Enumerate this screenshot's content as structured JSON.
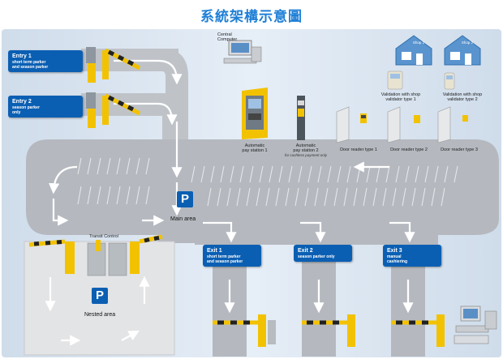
{
  "title": "系統架構示意圖",
  "entries": [
    {
      "title": "Entry 1",
      "desc": [
        "short term parker",
        "and season parker"
      ]
    },
    {
      "title": "Entry 2",
      "desc": [
        "season parker",
        "only"
      ]
    }
  ],
  "exits": [
    {
      "title": "Exit 1",
      "desc": [
        "short term parker",
        "and season parker"
      ]
    },
    {
      "title": "Exit 2",
      "desc": [
        "season parker only"
      ]
    },
    {
      "title": "Exit 3",
      "desc": [
        "manual",
        "cashiering"
      ]
    }
  ],
  "central_computer": [
    "Central",
    "Computer"
  ],
  "pay_station_1": [
    "Automatic",
    "pay station 1"
  ],
  "pay_station_2": [
    "Automatic",
    "pay station 2"
  ],
  "pay_station_2_note": "for cashless payment only",
  "door_readers": [
    "Door reader type 1",
    "Door reader type 2",
    "Door reader type 3"
  ],
  "shops": [
    "Shop 1",
    "Shop 2"
  ],
  "validations": [
    [
      "Validation with shop",
      "validator type 1"
    ],
    [
      "Validation with shop",
      "validator type 2"
    ]
  ],
  "transit_control": "Transit Control",
  "main_area": "Main area",
  "nested_area": "Nested area",
  "parking_symbol": "P",
  "colors": {
    "title": "#1e7fd6",
    "box": "#0b5fb3",
    "road": "#b5b9bf",
    "barrier_yellow": "#f2c200",
    "background": "#dfe9f3"
  }
}
